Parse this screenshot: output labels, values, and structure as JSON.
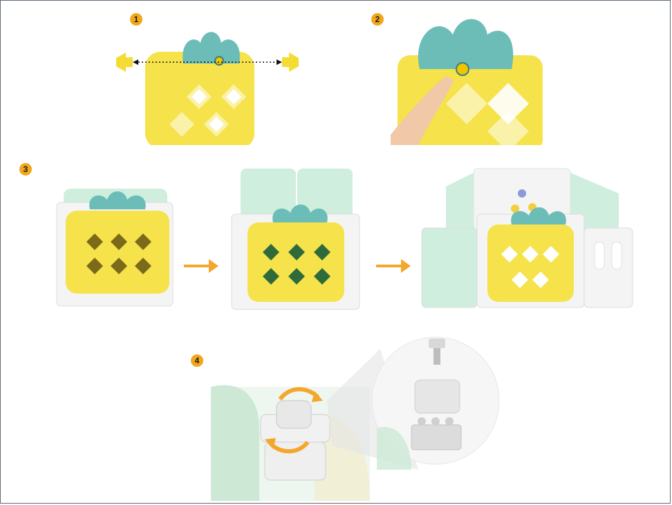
{
  "steps": [
    {
      "number": "1"
    },
    {
      "number": "2"
    },
    {
      "number": "3"
    },
    {
      "number": "4"
    }
  ],
  "colors": {
    "badge": "#f2a71b",
    "panel_yellow": "#f6e24a",
    "leaf_teal": "#6cbdb8",
    "frame_white": "#f4f4f4",
    "mint": "#cfeede",
    "arrow_orange": "#f4a72a"
  },
  "icons": {
    "step1_arrow": "double-arrow-icon",
    "step3_arrows": "right-arrow-icon",
    "step4_rotate": "rotate-arrows-icon"
  }
}
